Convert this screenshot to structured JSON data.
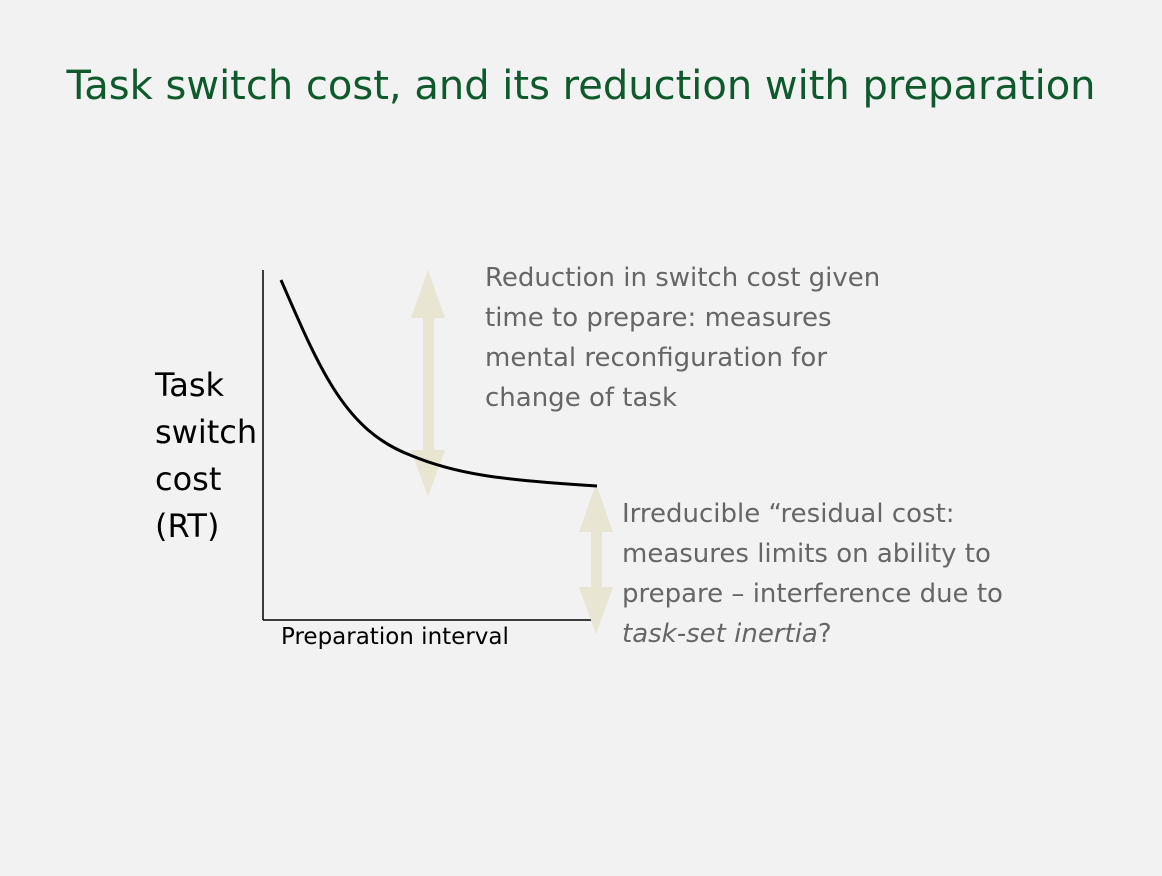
{
  "title": "Task switch cost, and its reduction with preparation",
  "y_axis_label": [
    "Task",
    "switch",
    "cost",
    "(RT)"
  ],
  "x_axis_label": "Preparation interval",
  "reduction_note": [
    "Reduction in switch cost given",
    "time to prepare: measures",
    "mental reconfiguration for",
    "change of task"
  ],
  "residual_note": {
    "lines": [
      "Irreducible “residual cost:",
      "measures limits on ability to",
      "prepare – interference due to"
    ],
    "last_line_italic": "task-set inertia",
    "last_line_suffix": "?"
  },
  "colors": {
    "title": "#0e5a2c",
    "note_text": "#666666",
    "arrow": "#e8e5d3",
    "curve": "#000000",
    "background": "#f2f2f2"
  }
}
